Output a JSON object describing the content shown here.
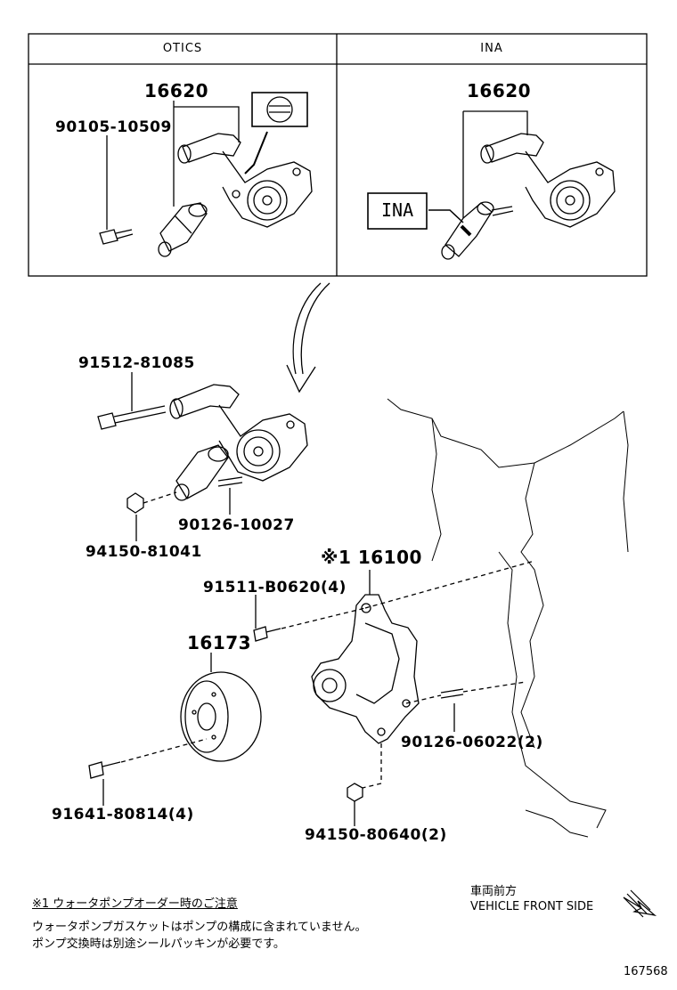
{
  "panels": {
    "left_title": "OTICS",
    "right_title": "INA"
  },
  "inset": {
    "ina_box_label": "INA"
  },
  "parts": {
    "p16620_left": "16620",
    "p90105": "90105-10509",
    "p16620_right": "16620",
    "p91512": "91512-81085",
    "p90126_10027": "90126-10027",
    "p94150_81041": "94150-81041",
    "p16100": "※1 16100",
    "p91511": "91511-B0620(4)",
    "p16173": "16173",
    "p90126_06022": "90126-06022(2)",
    "p91641": "91641-80814(4)",
    "p94150_80640": "94150-80640(2)"
  },
  "notes": {
    "title": "※1 ウォータポンプオーダー時のご注意",
    "line1": "ウォータポンプガスケットはポンプの構成に含まれていません。",
    "line2": "ポンプ交換時は別途シールパッキンが必要です。"
  },
  "direction": {
    "jp": "車両前方",
    "en": "VEHICLE FRONT SIDE"
  },
  "diagram_id": "167568"
}
